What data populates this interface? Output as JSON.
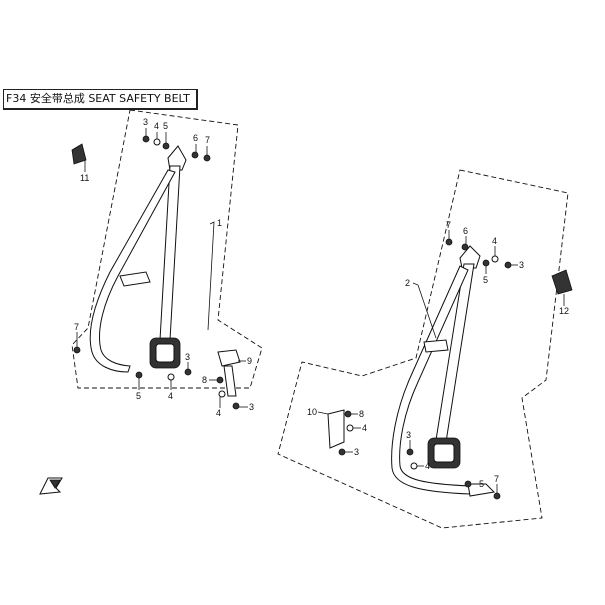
{
  "title": "F34 安全带总成 SEAT SAFETY BELT",
  "callouts": {
    "left": {
      "c1": "1",
      "c3a": "3",
      "c4a": "4",
      "c5a": "5",
      "c6": "6",
      "c7a": "7",
      "c11": "11",
      "c7b": "7",
      "c5b": "5",
      "c4b": "4",
      "c3b": "3",
      "c9": "9",
      "c8": "8",
      "c4c": "4",
      "c3c": "3"
    },
    "right": {
      "c2": "2",
      "c7a": "7",
      "c6": "6",
      "c4a": "4",
      "c3a": "3",
      "c5a": "5",
      "c12": "12",
      "c10": "10",
      "c8": "8",
      "c4b": "4",
      "c3b": "3",
      "c3c": "3",
      "c4c": "4",
      "c5b": "5",
      "c7b": "7"
    }
  },
  "icons": {
    "front_arrow": "front-direction-arrow-icon"
  }
}
